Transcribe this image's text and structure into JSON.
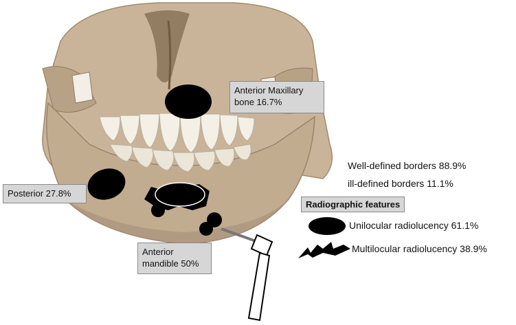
{
  "regions": {
    "anterior_maxillary": "Anterior Maxillary\nbone 16.7%",
    "posterior": "Posterior 27.8%",
    "anterior_mandible": "Anterior\nmandible 50%"
  },
  "borders": {
    "well_defined": "Well-defined borders 88.9%",
    "ill_defined": "ill-defined borders 11.1%"
  },
  "radiographic": {
    "title": "Radiographic features",
    "unilocular": "Unilocular radiolucency 61.1%",
    "multilocular": "Multilocular radiolucency 38.9%"
  },
  "colors": {
    "bone": "#c9b49a",
    "bone_shadow": "#9e8a70",
    "teeth": "#f4f0e6",
    "lesion": "#000000"
  }
}
